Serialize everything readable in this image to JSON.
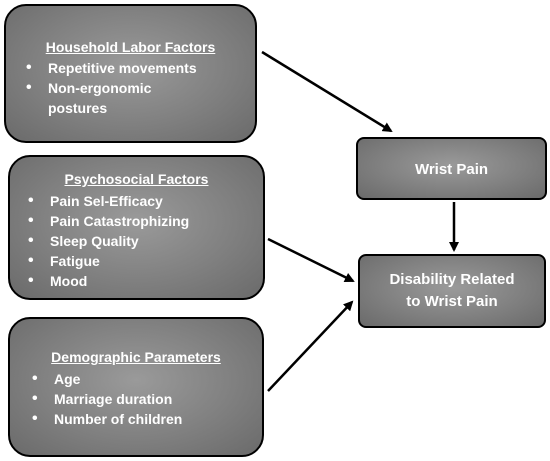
{
  "household": {
    "title": "Household Labor Factors",
    "items": [
      "Repetitive movements",
      "Non-ergonomic",
      "postures"
    ]
  },
  "psychosocial": {
    "title": "Psychosocial Factors",
    "items": [
      "Pain Sel-Efficacy",
      "Pain Catastrophizing",
      "Sleep Quality",
      "Fatigue",
      "Mood"
    ]
  },
  "demographic": {
    "title": "Demographic Parameters",
    "items": [
      "Age",
      "Marriage duration",
      "Number of children"
    ]
  },
  "outcomes": {
    "wrist_pain": "Wrist Pain",
    "disability_line1": "Disability Related",
    "disability_line2": "to Wrist Pain"
  },
  "colors": {
    "box_fill": "#808080",
    "box_border": "#000000",
    "text": "#ffffff",
    "arrow": "#000000"
  }
}
